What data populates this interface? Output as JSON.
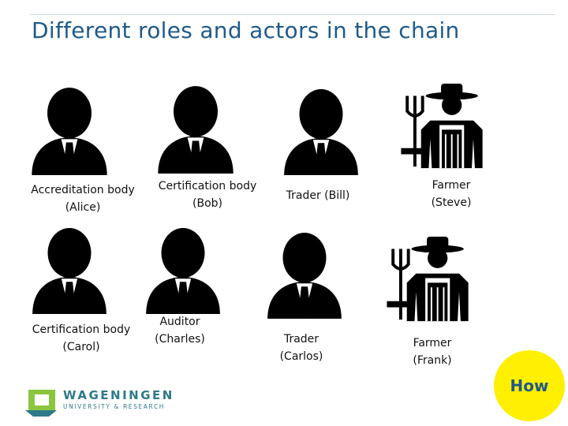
{
  "title": "Different roles and actors in the chain",
  "actors": [
    {
      "line1": "Accreditation body",
      "line2": "(Alice)",
      "icon": "person-icon"
    },
    {
      "line1": "Certification body",
      "line2": "(Bob)",
      "icon": "person-icon"
    },
    {
      "line1": "Trader (Bill)",
      "line2": "",
      "icon": "person-icon"
    },
    {
      "line1": "Farmer",
      "line2": "(Steve)",
      "icon": "farmer-icon"
    },
    {
      "line1": "Certification body",
      "line2": "(Carol)",
      "icon": "person-icon"
    },
    {
      "line1": "Auditor",
      "line2": "(Charles)",
      "icon": "person-icon"
    },
    {
      "line1": "Trader",
      "line2": "(Carlos)",
      "icon": "person-icon"
    },
    {
      "line1": "Farmer",
      "line2": "(Frank)",
      "icon": "farmer-icon"
    }
  ],
  "logo": {
    "name": "WAGENINGEN",
    "sub": "UNIVERSITY & RESEARCH",
    "color": "#2c7a8a"
  },
  "how_button": "How",
  "colors": {
    "title": "#1f5a8a",
    "how_bg": "#ffef00"
  }
}
